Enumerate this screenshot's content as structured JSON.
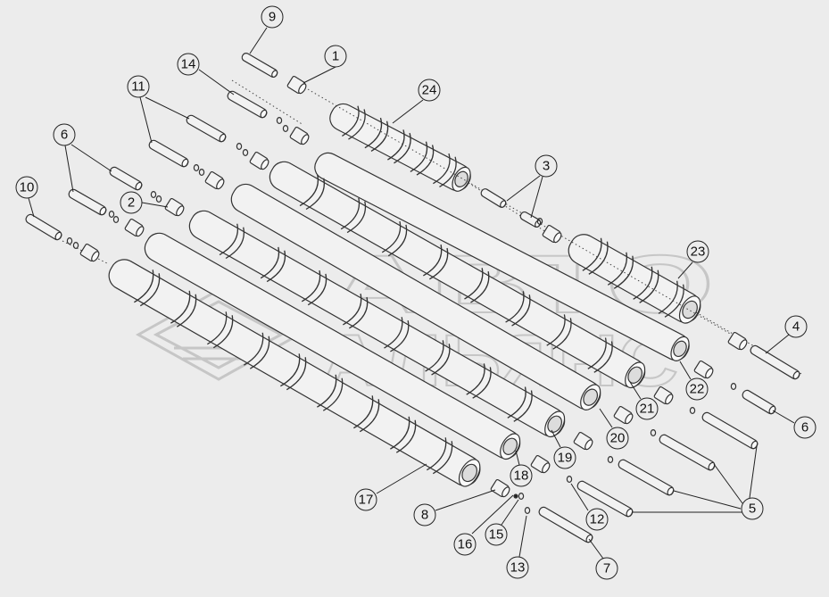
{
  "watermark": {
    "line1": "АВТО",
    "line2": "АЛЬЯНС",
    "logo": "avto-alyans-logo"
  },
  "callouts": [
    {
      "id": "c1",
      "label": "1"
    },
    {
      "id": "c2",
      "label": "2"
    },
    {
      "id": "c3",
      "label": "3"
    },
    {
      "id": "c4",
      "label": "4"
    },
    {
      "id": "c5",
      "label": "5"
    },
    {
      "id": "c6a",
      "label": "6"
    },
    {
      "id": "c6b",
      "label": "6"
    },
    {
      "id": "c7",
      "label": "7"
    },
    {
      "id": "c8",
      "label": "8"
    },
    {
      "id": "c9",
      "label": "9"
    },
    {
      "id": "c10",
      "label": "10"
    },
    {
      "id": "c11",
      "label": "11"
    },
    {
      "id": "c12",
      "label": "12"
    },
    {
      "id": "c13",
      "label": "13"
    },
    {
      "id": "c14",
      "label": "14"
    },
    {
      "id": "c15",
      "label": "15"
    },
    {
      "id": "c16",
      "label": "16"
    },
    {
      "id": "c17",
      "label": "17"
    },
    {
      "id": "c18",
      "label": "18"
    },
    {
      "id": "c19",
      "label": "19"
    },
    {
      "id": "c20",
      "label": "20"
    },
    {
      "id": "c21",
      "label": "21"
    },
    {
      "id": "c22",
      "label": "22"
    },
    {
      "id": "c23",
      "label": "23"
    },
    {
      "id": "c24",
      "label": "24"
    }
  ]
}
